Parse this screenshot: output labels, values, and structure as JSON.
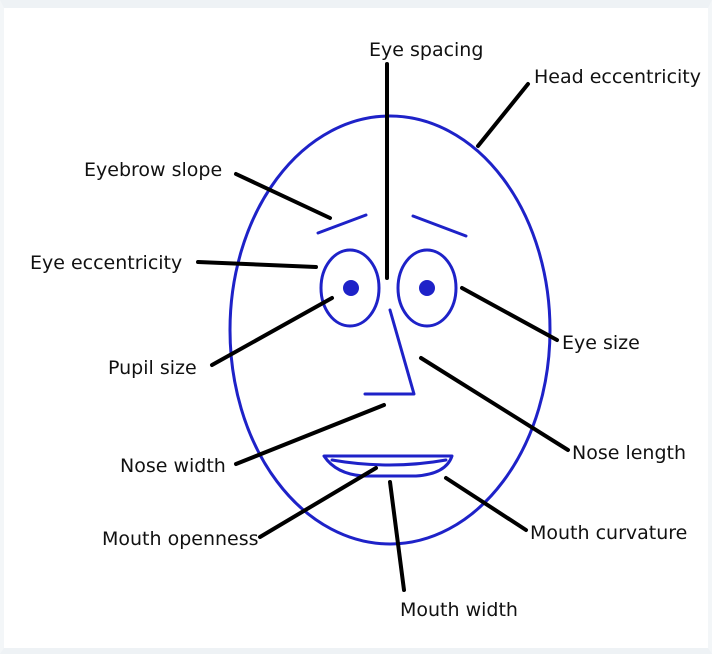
{
  "colors": {
    "face_stroke": "#1e22c8",
    "leader_lines": "#000000",
    "text": "#111111",
    "background": "#ffffff"
  },
  "labels": {
    "eye_spacing": "Eye spacing",
    "head_eccentricity": "Head eccentricity",
    "eyebrow_slope": "Eyebrow slope",
    "eye_eccentricity": "Eye eccentricity",
    "eye_size": "Eye size",
    "pupil_size": "Pupil size",
    "nose_length": "Nose length",
    "nose_width": "Nose width",
    "mouth_curvature": "Mouth curvature",
    "mouth_openness": "Mouth openness",
    "mouth_width": "Mouth width"
  }
}
